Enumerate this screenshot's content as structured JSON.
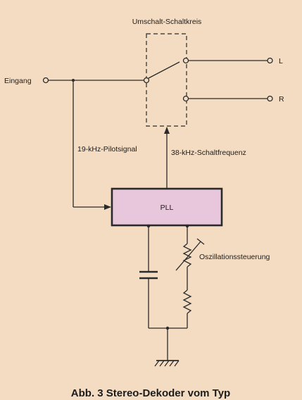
{
  "diagram": {
    "colors": {
      "background": "#f4dcc2",
      "line": "#2a2a2a",
      "pll_fill": "#e8c6dc"
    },
    "labels": {
      "switch_circuit": "Umschalt-Schaltkreis",
      "input": "Eingang",
      "output_left": "L",
      "output_right": "R",
      "pilot_signal": "19-kHz-Pilotsignal",
      "switch_frequency": "38-kHz-Schaltfrequenz",
      "pll": "PLL",
      "oscillation_control": "Oszillationssteuerung"
    },
    "caption": "Abb. 3 Stereo-Dekoder vom Typ"
  }
}
